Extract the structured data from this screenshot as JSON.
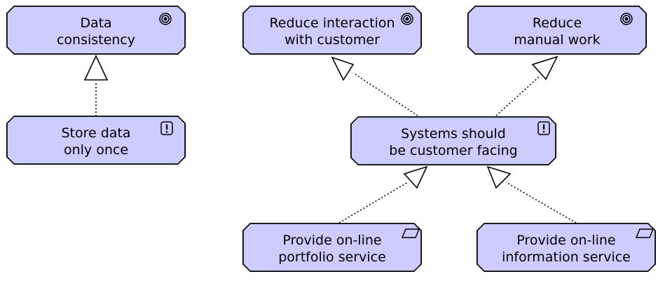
{
  "elements": {
    "goal_data_consistency": {
      "line1": "Data",
      "line2": "consistency",
      "icon": "goal-icon"
    },
    "goal_reduce_interaction": {
      "line1": "Reduce interaction",
      "line2": "with customer",
      "icon": "goal-icon"
    },
    "goal_reduce_manual": {
      "line1": "Reduce",
      "line2": "manual work",
      "icon": "goal-icon"
    },
    "principle_store_data": {
      "line1": "Store data",
      "line2": "only once",
      "icon": "principle-icon"
    },
    "principle_customer_facing": {
      "line1": "Systems should",
      "line2": "be customer facing",
      "icon": "principle-icon"
    },
    "requirement_portfolio": {
      "line1": "Provide on-line",
      "line2": "portfolio service",
      "icon": "requirement-icon"
    },
    "requirement_information": {
      "line1": "Provide on-line",
      "line2": "information service",
      "icon": "requirement-icon"
    }
  },
  "relationships": [
    {
      "type": "realization",
      "from": "principle_store_data",
      "to": "goal_data_consistency"
    },
    {
      "type": "realization",
      "from": "principle_customer_facing",
      "to": "goal_reduce_interaction"
    },
    {
      "type": "realization",
      "from": "principle_customer_facing",
      "to": "goal_reduce_manual"
    },
    {
      "type": "realization",
      "from": "requirement_portfolio",
      "to": "principle_customer_facing"
    },
    {
      "type": "realization",
      "from": "requirement_information",
      "to": "principle_customer_facing"
    }
  ],
  "colors": {
    "element_fill": "#ccccff",
    "stroke": "#000000"
  }
}
